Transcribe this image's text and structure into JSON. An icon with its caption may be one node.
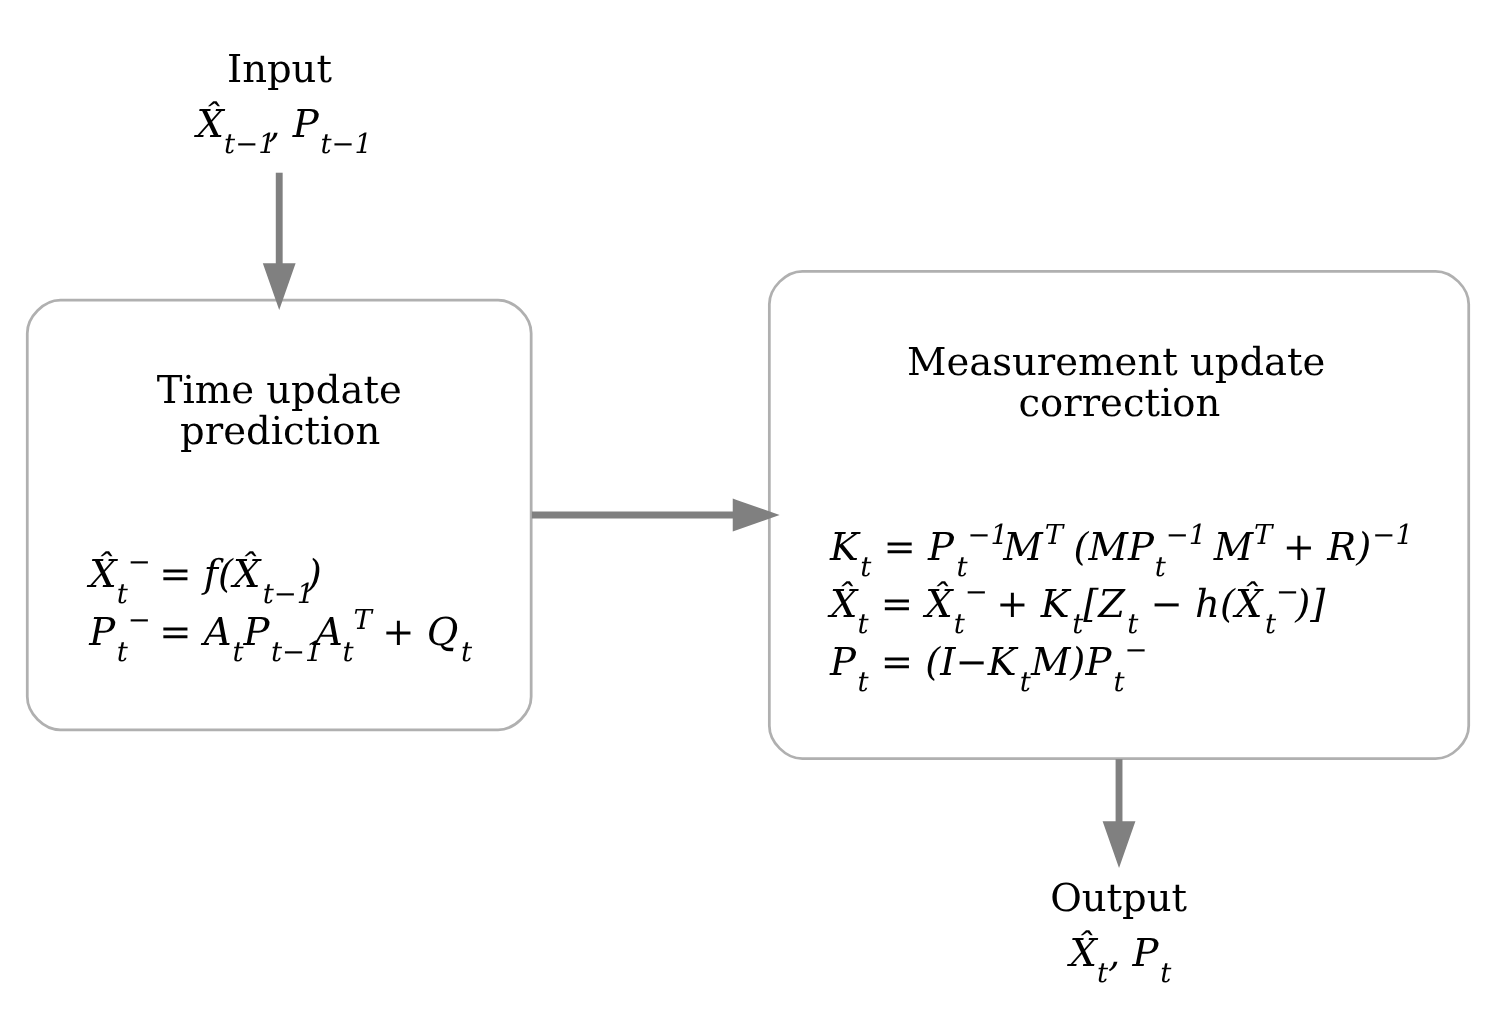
{
  "diagram": {
    "nodes": [
      {
        "text": [
          "Input",
          "X̂$_{t−1}$, P$_{t−1}$"
        ]
      },
      {
        "text": [
          "Time update prediction",
          "X̂$_{t}$$^{−}$ = f(X̂$_{t−1}$)",
          "P$_{t}$$^{−}$ = A$_{t}$P$_{t−1}$A$_{t}$$^{T}$ + Q$_{t}$"
        ]
      },
      {
        "text": [
          "Measurement update correction",
          "K$_{t}$ = P$_{t}$$^{−1}$M$^{T}$ (MP$_{t}$$^{−1}$ M$^{T}$ + R)$^{−1}$",
          "X̂$_{t}$ = X̂$_{t}$$^{−}$ + K$_{t}$[Z$_{t}$ − h(X̂$_{t}$$^{−}$)]",
          "P$_{t}$ = (I−K$_{t}$M)P$_{t}$$^{−}$"
        ]
      },
      {
        "text": [
          "Output",
          "X̂$_{t}$, P$_{t}$"
        ]
      }
    ],
    "edges": [
      {
        "from": 0,
        "to": 1,
        "arrow": "to"
      },
      {
        "from": 1,
        "to": 2,
        "arrow": "to"
      },
      {
        "from": 2,
        "to": 3,
        "arrow": "to"
      }
    ]
  }
}
